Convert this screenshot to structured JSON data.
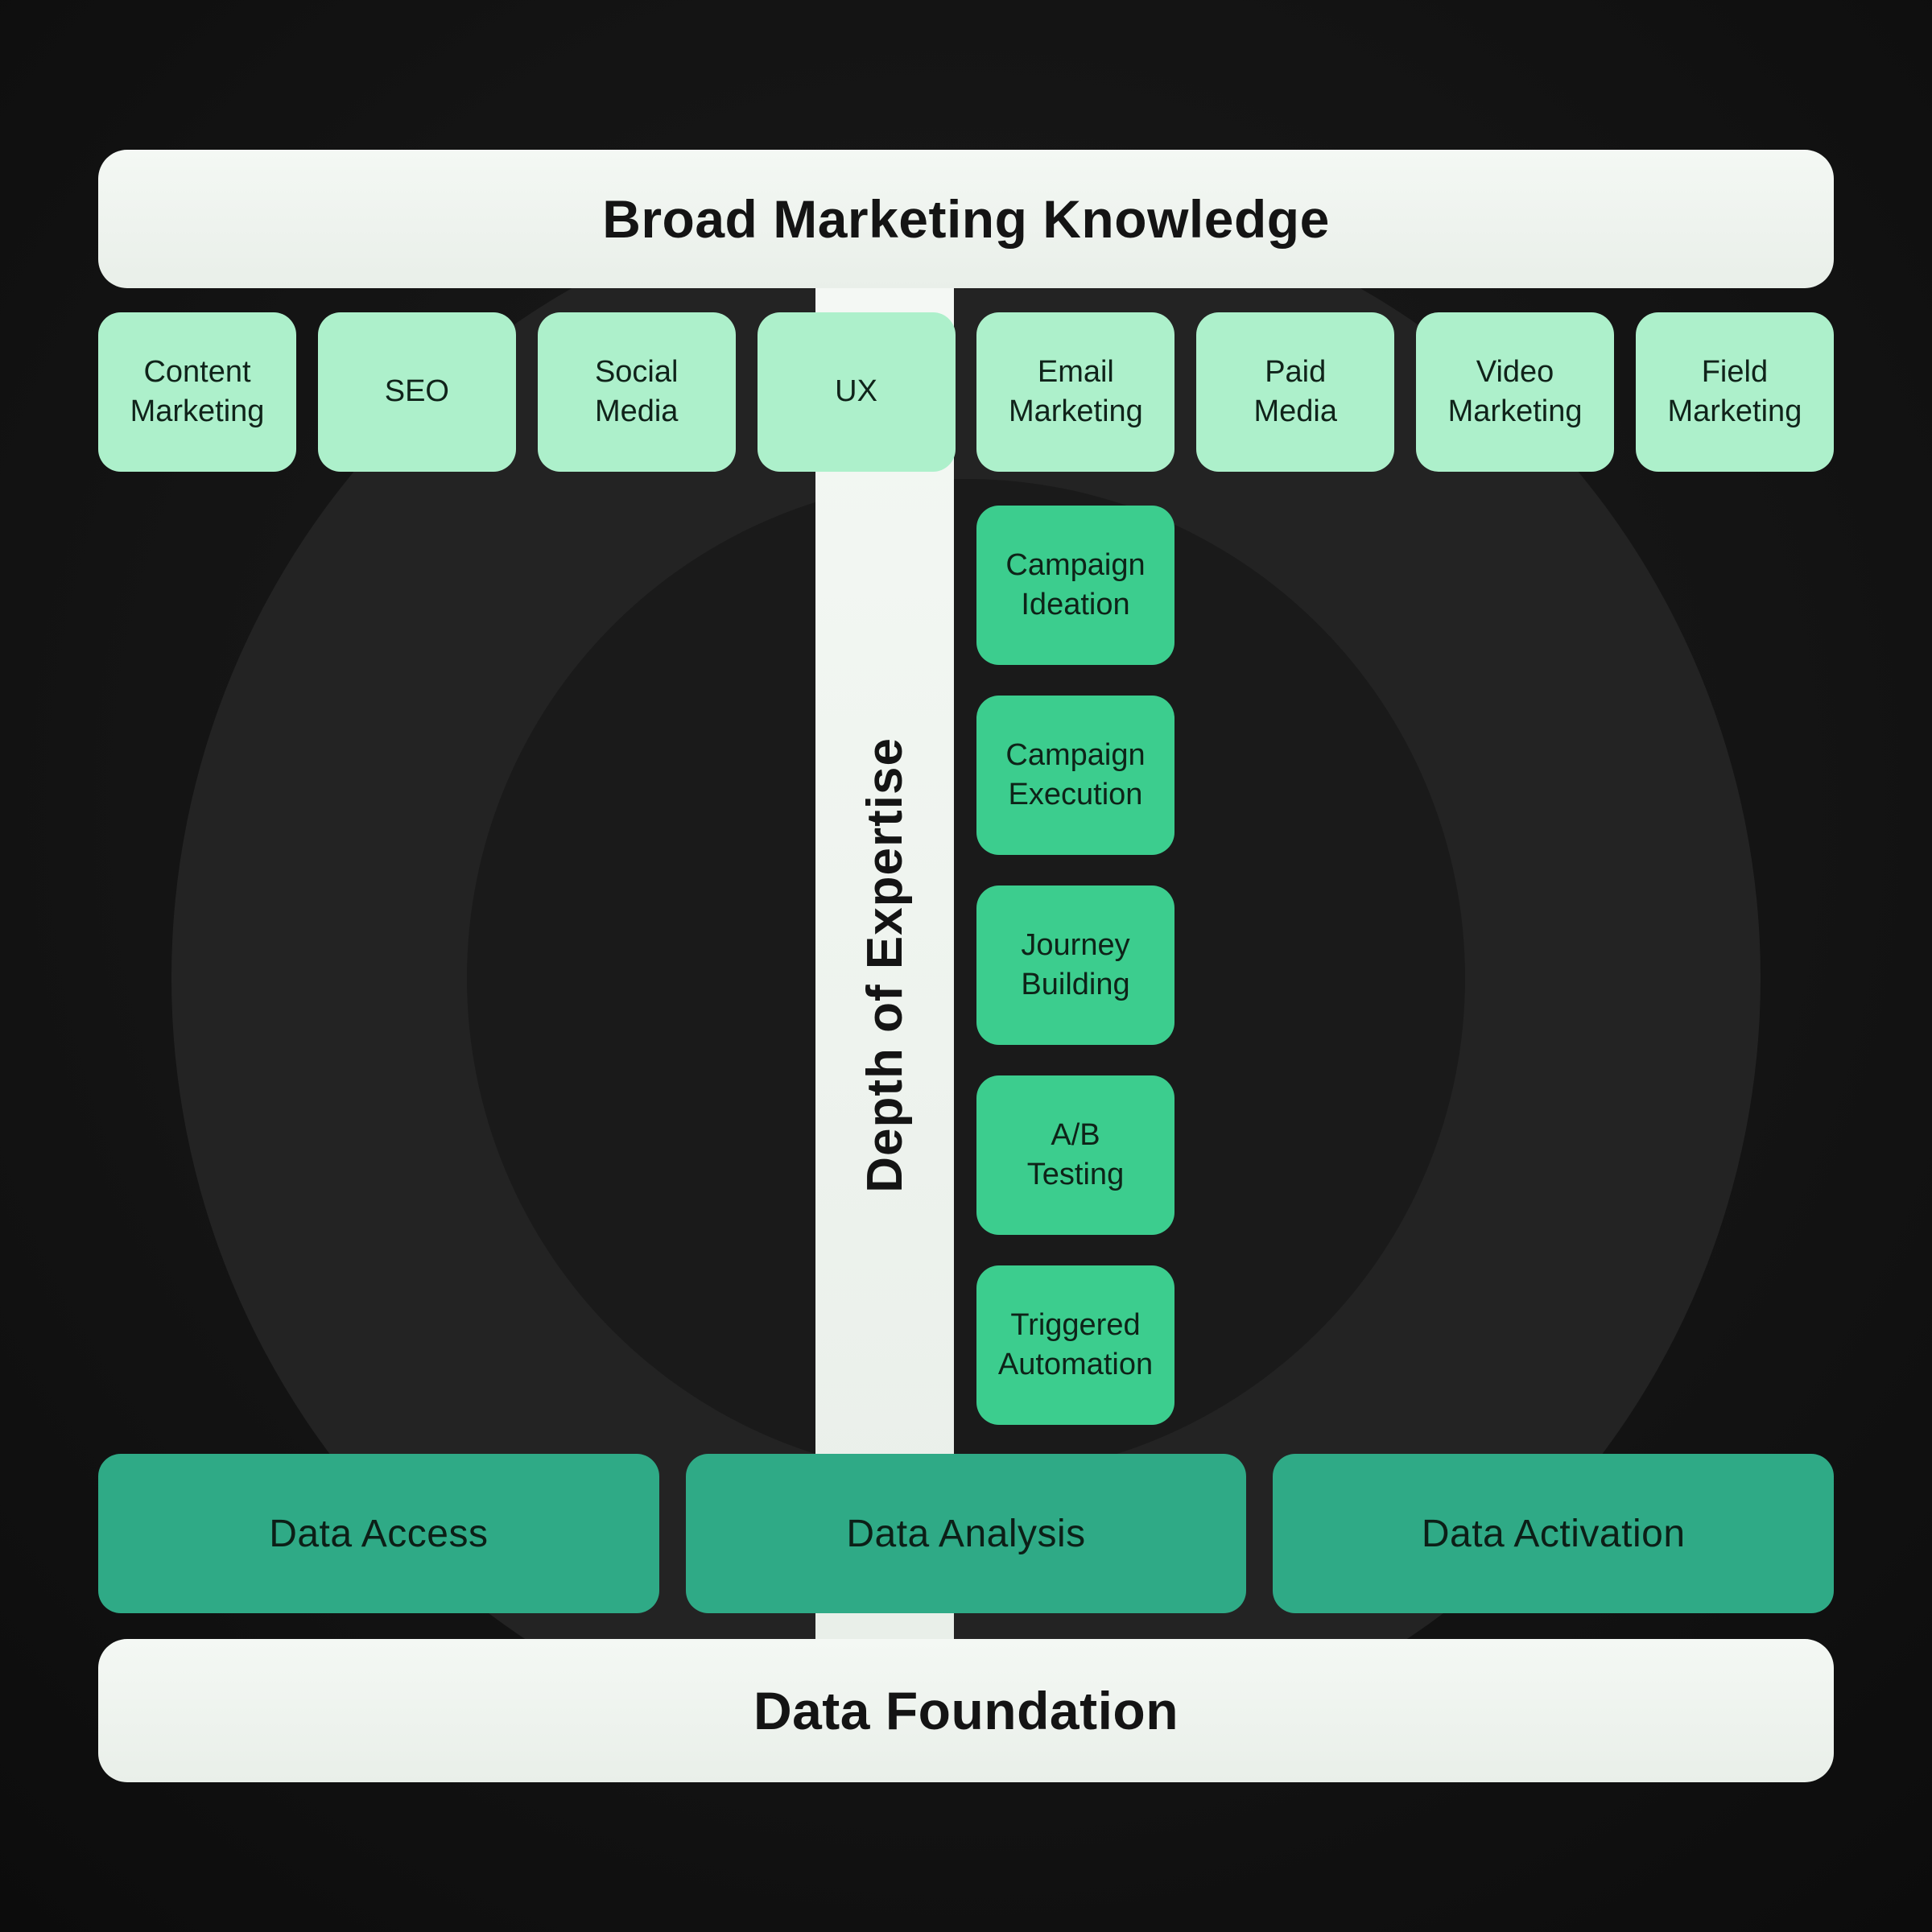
{
  "header": {
    "title": "Broad Marketing Knowledge"
  },
  "breadth": {
    "items": [
      "Content\nMarketing",
      "SEO",
      "Social\nMedia",
      "UX",
      "Email\nMarketing",
      "Paid\nMedia",
      "Video\nMarketing",
      "Field\nMarketing"
    ]
  },
  "depth": {
    "label": "Depth of Expertise",
    "items": [
      "Campaign\nIdeation",
      "Campaign\nExecution",
      "Journey\nBuilding",
      "A/B\nTesting",
      "Triggered\nAutomation"
    ]
  },
  "data_layer": {
    "items": [
      "Data Access",
      "Data Analysis",
      "Data Activation"
    ]
  },
  "foundation": {
    "title": "Data Foundation"
  },
  "colors": {
    "light_bar": "#e9efe9",
    "mint": "#adf0cb",
    "green": "#3ccd8e",
    "teal": "#2faa86",
    "text_dark": "#141414",
    "background": "#141414"
  }
}
